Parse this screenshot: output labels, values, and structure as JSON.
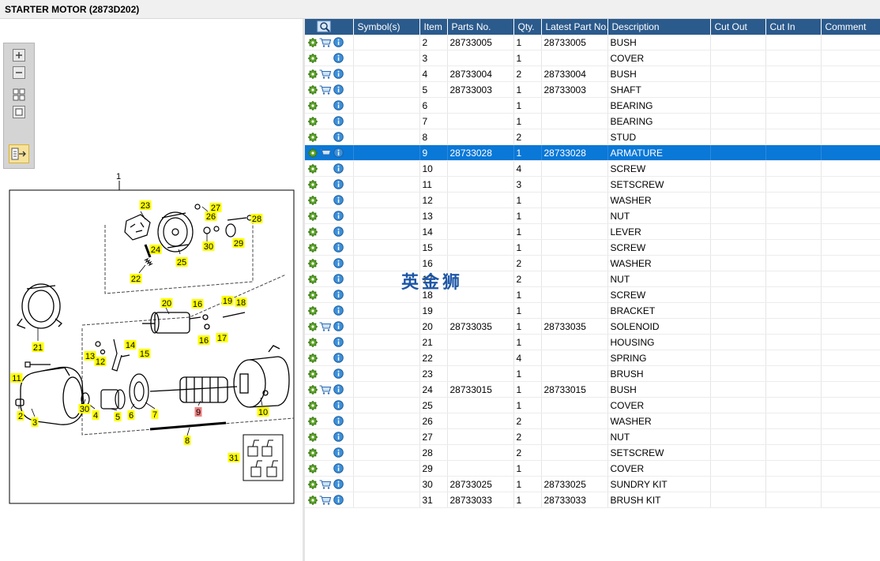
{
  "title": "STARTER MOTOR (2873D202)",
  "watermark": "英金狮",
  "columns": [
    "Symbol(s)",
    "Item",
    "Parts No.",
    "Qty.",
    "Latest Part No.",
    "Description",
    "Cut Out",
    "Cut In",
    "Comment"
  ],
  "colors": {
    "header": "#2b5a8c",
    "selected_row": "#0a78d7",
    "label_fill": "#ffff00",
    "selected_label": "#f08080"
  },
  "rows": [
    {
      "cart": true,
      "item": "2",
      "parts_no": "28733005",
      "qty": "1",
      "latest": "28733005",
      "desc": "BUSH"
    },
    {
      "cart": false,
      "item": "3",
      "parts_no": "",
      "qty": "1",
      "latest": "",
      "desc": "COVER"
    },
    {
      "cart": true,
      "item": "4",
      "parts_no": "28733004",
      "qty": "2",
      "latest": "28733004",
      "desc": "BUSH"
    },
    {
      "cart": true,
      "item": "5",
      "parts_no": "28733003",
      "qty": "1",
      "latest": "28733003",
      "desc": "SHAFT"
    },
    {
      "cart": false,
      "item": "6",
      "parts_no": "",
      "qty": "1",
      "latest": "",
      "desc": "BEARING"
    },
    {
      "cart": false,
      "item": "7",
      "parts_no": "",
      "qty": "1",
      "latest": "",
      "desc": "BEARING"
    },
    {
      "cart": false,
      "item": "8",
      "parts_no": "",
      "qty": "2",
      "latest": "",
      "desc": "STUD"
    },
    {
      "cart": true,
      "item": "9",
      "parts_no": "28733028",
      "qty": "1",
      "latest": "28733028",
      "desc": "ARMATURE",
      "selected": true
    },
    {
      "cart": false,
      "item": "10",
      "parts_no": "",
      "qty": "4",
      "latest": "",
      "desc": "SCREW"
    },
    {
      "cart": false,
      "item": "11",
      "parts_no": "",
      "qty": "3",
      "latest": "",
      "desc": "SETSCREW"
    },
    {
      "cart": false,
      "item": "12",
      "parts_no": "",
      "qty": "1",
      "latest": "",
      "desc": "WASHER"
    },
    {
      "cart": false,
      "item": "13",
      "parts_no": "",
      "qty": "1",
      "latest": "",
      "desc": "NUT"
    },
    {
      "cart": false,
      "item": "14",
      "parts_no": "",
      "qty": "1",
      "latest": "",
      "desc": "LEVER"
    },
    {
      "cart": false,
      "item": "15",
      "parts_no": "",
      "qty": "1",
      "latest": "",
      "desc": "SCREW"
    },
    {
      "cart": false,
      "item": "16",
      "parts_no": "",
      "qty": "2",
      "latest": "",
      "desc": "WASHER"
    },
    {
      "cart": false,
      "item": "17",
      "parts_no": "",
      "qty": "2",
      "latest": "",
      "desc": "NUT"
    },
    {
      "cart": false,
      "item": "18",
      "parts_no": "",
      "qty": "1",
      "latest": "",
      "desc": "SCREW"
    },
    {
      "cart": false,
      "item": "19",
      "parts_no": "",
      "qty": "1",
      "latest": "",
      "desc": "BRACKET"
    },
    {
      "cart": true,
      "item": "20",
      "parts_no": "28733035",
      "qty": "1",
      "latest": "28733035",
      "desc": "SOLENOID"
    },
    {
      "cart": false,
      "item": "21",
      "parts_no": "",
      "qty": "1",
      "latest": "",
      "desc": "HOUSING"
    },
    {
      "cart": false,
      "item": "22",
      "parts_no": "",
      "qty": "4",
      "latest": "",
      "desc": "SPRING"
    },
    {
      "cart": false,
      "item": "23",
      "parts_no": "",
      "qty": "1",
      "latest": "",
      "desc": "BRUSH"
    },
    {
      "cart": true,
      "item": "24",
      "parts_no": "28733015",
      "qty": "1",
      "latest": "28733015",
      "desc": "BUSH"
    },
    {
      "cart": false,
      "item": "25",
      "parts_no": "",
      "qty": "1",
      "latest": "",
      "desc": "COVER"
    },
    {
      "cart": false,
      "item": "26",
      "parts_no": "",
      "qty": "2",
      "latest": "",
      "desc": "WASHER"
    },
    {
      "cart": false,
      "item": "27",
      "parts_no": "",
      "qty": "2",
      "latest": "",
      "desc": "NUT"
    },
    {
      "cart": false,
      "item": "28",
      "parts_no": "",
      "qty": "2",
      "latest": "",
      "desc": "SETSCREW"
    },
    {
      "cart": false,
      "item": "29",
      "parts_no": "",
      "qty": "1",
      "latest": "",
      "desc": "COVER"
    },
    {
      "cart": true,
      "item": "30",
      "parts_no": "28733025",
      "qty": "1",
      "latest": "28733025",
      "desc": "SUNDRY KIT"
    },
    {
      "cart": true,
      "item": "31",
      "parts_no": "28733033",
      "qty": "1",
      "latest": "28733033",
      "desc": "BRUSH KIT"
    }
  ],
  "diagram": {
    "assembly_label": "1",
    "selected_callout": "9",
    "callouts": [
      "23",
      "27",
      "26",
      "28",
      "24",
      "30",
      "29",
      "25",
      "22",
      "20",
      "16",
      "19",
      "18",
      "21",
      "14",
      "13",
      "15",
      "12",
      "17",
      "16",
      "11",
      "30",
      "9",
      "2",
      "4",
      "5",
      "6",
      "7",
      "10",
      "3",
      "8",
      "31"
    ]
  },
  "icons": {
    "config": "gear-icon",
    "cart": "cart-icon",
    "info": "info-icon",
    "header_search": "search-icon"
  }
}
